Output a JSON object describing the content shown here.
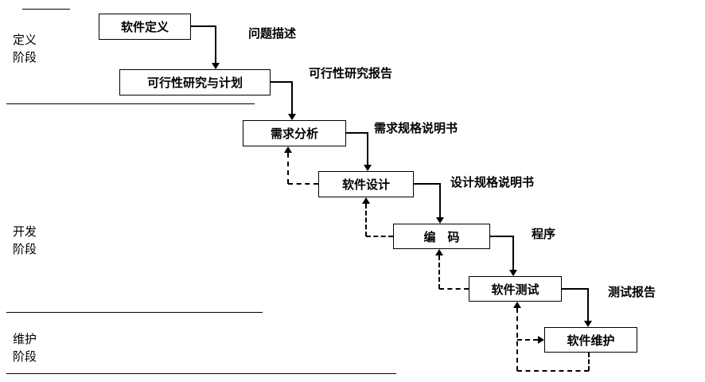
{
  "diagram": {
    "phases": [
      {
        "line1": "定义",
        "line2": "阶段"
      },
      {
        "line1": "开发",
        "line2": "阶段"
      },
      {
        "line1": "维护",
        "line2": "阶段"
      }
    ],
    "boxes": [
      {
        "label": "软件定义"
      },
      {
        "label": "可行性研究与计划"
      },
      {
        "label": "需求分析"
      },
      {
        "label": "软件设计"
      },
      {
        "label": "编　码"
      },
      {
        "label": "软件测试"
      },
      {
        "label": "软件维护"
      }
    ],
    "artifacts": [
      {
        "label": "问题描述"
      },
      {
        "label": "可行性研究报告"
      },
      {
        "label": "需求规格说明书"
      },
      {
        "label": "设计规格说明书"
      },
      {
        "label": "程序"
      },
      {
        "label": "测试报告"
      }
    ]
  }
}
